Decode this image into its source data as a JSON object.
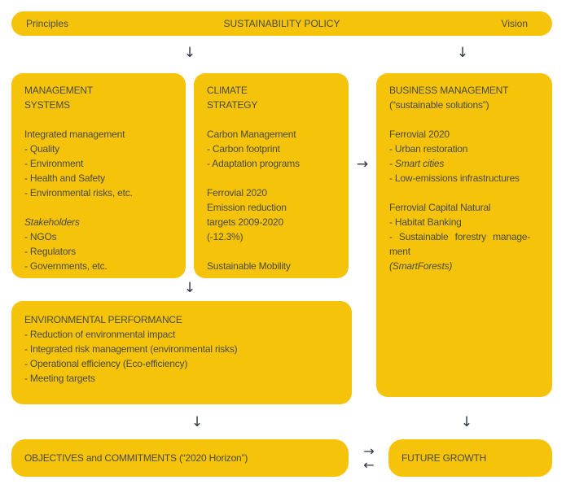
{
  "colors": {
    "box_yellow": "#F5C40A",
    "text": "#4B4A42",
    "arrow": "#2E3440",
    "background": "#FFFFFF"
  },
  "icons": {
    "arrow_down": "↓",
    "arrow_right": "→",
    "arrow_left": "←"
  },
  "header": {
    "left": "Principles",
    "center": "SUSTAINABILITY POLICY",
    "right": "Vision"
  },
  "boxes": {
    "management_systems": {
      "title_lines": [
        "MANAGEMENT",
        "SYSTEMS"
      ],
      "group1_title": "Integrated management",
      "group1_items": [
        "- Quality",
        "- Environment",
        "- Health and Safety",
        "- Environmental risks, etc."
      ],
      "group2_title": "Stakeholders",
      "group2_items": [
        "- NGOs",
        "- Regulators",
        "- Governments, etc."
      ]
    },
    "climate_strategy": {
      "title_lines": [
        "CLIMATE",
        "STRATEGY"
      ],
      "group1_title": "Carbon Management",
      "group1_items": [
        "- Carbon footprint",
        "- Adaptation programs"
      ],
      "group2_lines": [
        "Ferrovial 2020",
        "Emission reduction",
        "targets 2009-2020",
        "(-12.3%)"
      ],
      "group3_title": "Sustainable Mobility"
    },
    "business_management": {
      "title": "BUSINESS MANAGEMENT",
      "subtitle": "(“sustainable solutions”)",
      "group1_title": "Ferrovial 2020",
      "group1_items": [
        "- Urban restoration",
        "- Smart cities",
        "- Low-emissions infrastructures"
      ],
      "group2_title": "Ferrovial Capital Natural",
      "group2_items": [
        "- Habitat Banking",
        "- Sustainable forestry manage-",
        "ment",
        "(SmartForests)"
      ]
    },
    "environmental_performance": {
      "title": "ENVIRONMENTAL PERFORMANCE",
      "items": [
        "- Reduction of environmental impact",
        "- Integrated risk management (environmental risks)",
        "- Operational efficiency (Eco-efficiency)",
        "- Meeting targets"
      ]
    },
    "objectives": {
      "label": "OBJECTIVES and COMMITMENTS (“2020 Horizon”)"
    },
    "future_growth": {
      "label": "FUTURE GROWTH"
    }
  }
}
